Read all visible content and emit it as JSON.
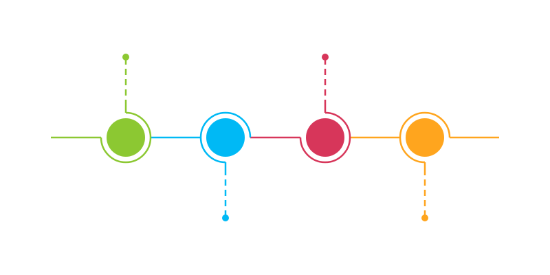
{
  "diagram": {
    "type": "timeline",
    "background": "#ffffff",
    "nodes": [
      {
        "id": "step-1",
        "color": "#8cc832",
        "stem": "up"
      },
      {
        "id": "step-2",
        "color": "#00b9f5",
        "stem": "down"
      },
      {
        "id": "step-3",
        "color": "#d7365a",
        "stem": "up"
      },
      {
        "id": "step-4",
        "color": "#ffa51e",
        "stem": "down"
      }
    ]
  }
}
